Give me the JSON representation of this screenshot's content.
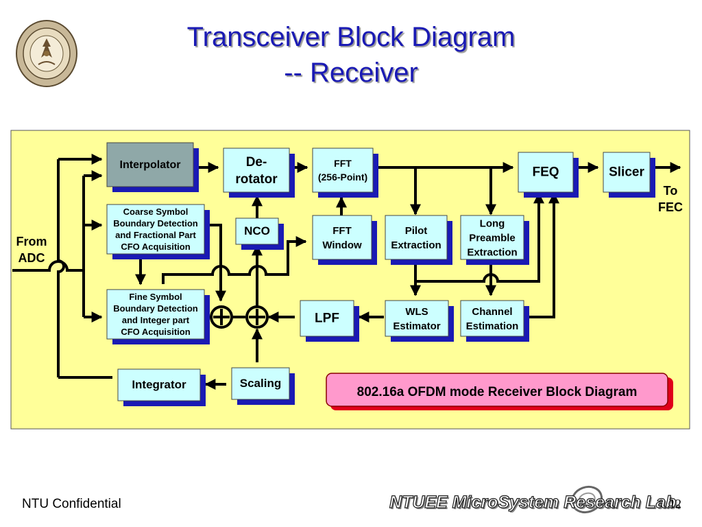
{
  "slide": {
    "title_line1": "Transceiver Block Diagram",
    "title_line2": "-- Receiver",
    "footer_left": "NTU Confidential",
    "footer_lab": "NTUEE MicroSystem Research Lab.",
    "page_number": "12",
    "logo_icon": "university-seal-icon"
  },
  "diagram": {
    "blocks": {
      "interpolator": [
        "Interpolator"
      ],
      "derotator": [
        "De-",
        "rotator"
      ],
      "fft": [
        "FFT",
        "(256-Point)"
      ],
      "feq": [
        "FEQ"
      ],
      "slicer": [
        "Slicer"
      ],
      "coarse": [
        "Coarse Symbol",
        "Boundary Detection",
        "and Fractional Part",
        "CFO Acquisition"
      ],
      "nco": [
        "NCO"
      ],
      "fft_window": [
        "FFT",
        "Window"
      ],
      "pilot": [
        "Pilot",
        "Extraction"
      ],
      "long_preamble": [
        "Long",
        "Preamble",
        "Extraction"
      ],
      "fine": [
        "Fine Symbol",
        "Boundary Detection",
        "and Integer part",
        "CFO Acquisition"
      ],
      "lpf": [
        "LPF"
      ],
      "wls": [
        "WLS",
        "Estimator"
      ],
      "channel": [
        "Channel",
        "Estimation"
      ],
      "integrator": [
        "Integrator"
      ],
      "scaling": [
        "Scaling"
      ]
    },
    "input_label": [
      "From",
      "ADC"
    ],
    "output_label": [
      "To",
      "FEC"
    ],
    "caption": "802.16a OFDM mode Receiver Block Diagram",
    "colors": {
      "panel": "#ffff99",
      "block": "#ccffff",
      "block_shadow": "#1a1ab4",
      "interpolator_fill": "#8fa8a8",
      "caption_fill": "#ff99cc",
      "caption_shadow": "#e0001a",
      "title": "#1a1ab4"
    }
  }
}
